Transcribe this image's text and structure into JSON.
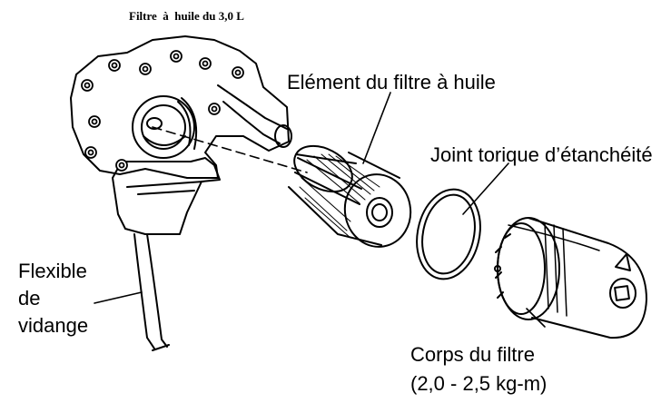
{
  "title": "Filtre  à  huile du 3,0 L",
  "labels": {
    "element": "Elément du filtre à huile",
    "joint": "Joint torique d’étanchéité",
    "flexible_1": "Flexible",
    "flexible_2": "de",
    "flexible_3": "vidange",
    "corps_1": "Corps du filtre",
    "corps_2": "(2,0 - 2,5 kg-m)"
  },
  "colors": {
    "ink": "#000000",
    "paper": "#ffffff"
  }
}
